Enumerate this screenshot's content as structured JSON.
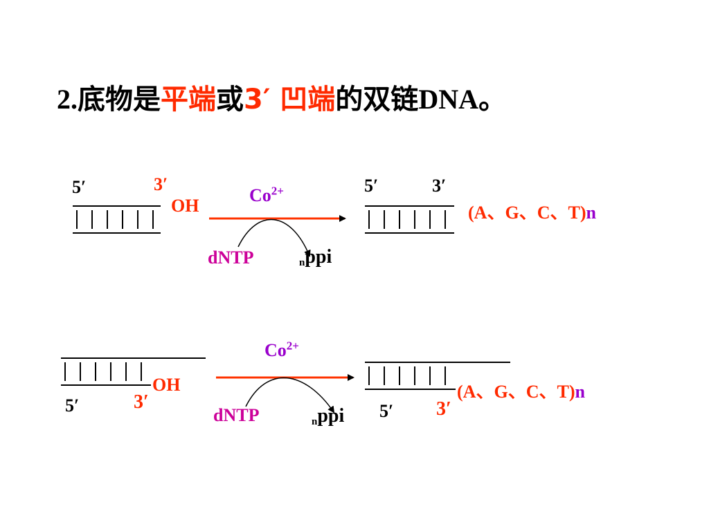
{
  "title": {
    "prefix": "2.",
    "part1": "底物是",
    "highlight1": "平端",
    "part2": "或",
    "highlight2": "3′ 凹端",
    "part3": "的双链",
    "dna": "DNA",
    "period": "。"
  },
  "diagram1": {
    "left_5": "5′",
    "left_3": "3′",
    "oh": "OH",
    "cofactor": "Co",
    "cofactor_charge": "2+",
    "substrate": "dNTP",
    "byproduct_sub": "n",
    "byproduct": "ppi",
    "right_5": "5′",
    "right_3": "3′",
    "product_open": "(",
    "product_a": "A",
    "sep1": "、",
    "product_g": "G",
    "sep2": "、",
    "product_c": "C",
    "sep3": "、",
    "product_t": "T",
    "product_close": ")",
    "product_n": "n"
  },
  "diagram2": {
    "left_5": "5′",
    "left_3": "3′",
    "oh": "OH",
    "cofactor": "Co",
    "cofactor_charge": "2+",
    "substrate": "dNTP",
    "byproduct_sub": "n",
    "byproduct": "ppi",
    "right_5": "5′",
    "right_3": "3′",
    "product_open": "(",
    "product_a": "A",
    "sep1": "、",
    "product_g": "G",
    "sep2": "、",
    "product_c": "C",
    "sep3": "、",
    "product_t": "T",
    "product_close": ")",
    "product_n": "n"
  },
  "colors": {
    "red": "#ff2a00",
    "purple": "#9900cc",
    "magenta": "#cc0099",
    "arrow": "#ff3300",
    "black": "#000000"
  }
}
